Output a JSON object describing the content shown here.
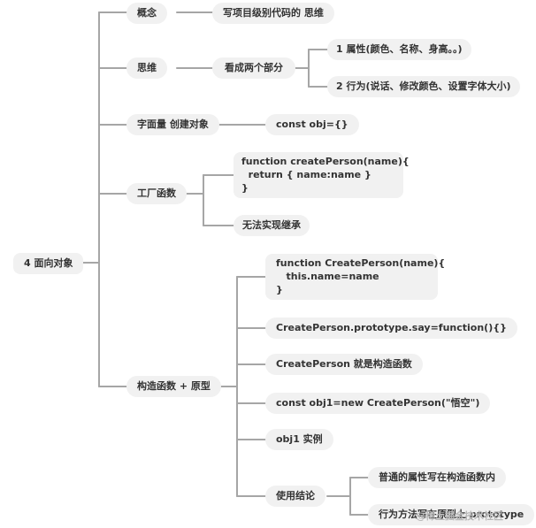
{
  "root": "4 面向对象",
  "concept": {
    "label": "概念",
    "desc": "写项目级别代码的 思维"
  },
  "thinking": {
    "label": "思维",
    "parts": "看成两个部分",
    "part1": "1 属性(颜色、名称、身高。。)",
    "part2": "2 行为(说话、修改颜色、设置字体大小)"
  },
  "literal": {
    "label": "字面量 创建对象",
    "code": "const obj={}"
  },
  "factory": {
    "label": "工厂函数",
    "code": "function createPerson(name){\n  return { name:name }\n}",
    "note": "无法实现继承"
  },
  "ctor": {
    "label": "构造函数 + 原型",
    "code": "function CreatePerson(name){\n   this.name=name\n}",
    "proto": "CreatePerson.prototype.say=function(){}",
    "isCtor": "CreatePerson 就是构造函数",
    "newObj": "const obj1=new CreatePerson(\"悟空\")",
    "instance": "obj1 实例",
    "conclusion": "使用结论",
    "c1": "普通的属性写在构造函数内",
    "c2": "行为方法写在原型上 prototype"
  },
  "watermark": "@稀土掘金技术社区"
}
